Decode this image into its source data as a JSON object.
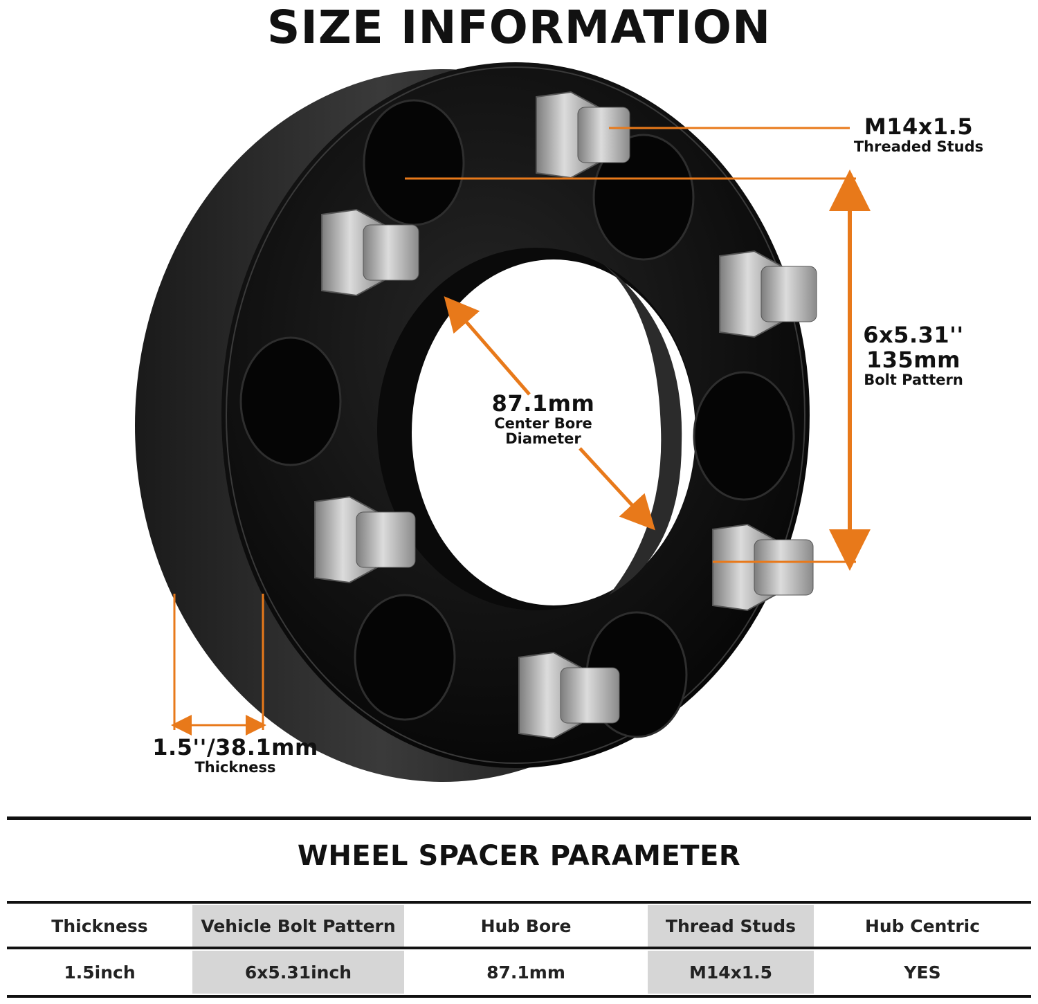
{
  "title": "SIZE INFORMATION",
  "colors": {
    "accent": "#e8791a",
    "spacer": "#0d0d0d",
    "stud": "#a9a9a9",
    "shade": "#d6d6d6"
  },
  "callouts": {
    "studs": {
      "value": "M14x1.5",
      "label": "Threaded Studs"
    },
    "bolt_pattern": {
      "value_imperial": "6x5.31''",
      "value_metric": "135mm",
      "label": "Bolt Pattern"
    },
    "center_bore": {
      "value": "87.1mm",
      "label_line1": "Center Bore",
      "label_line2": "Diameter"
    },
    "thickness": {
      "value": "1.5''/38.1mm",
      "label": "Thickness"
    }
  },
  "table": {
    "title": "WHEEL SPACER PARAMETER",
    "headers": [
      "Thickness",
      "Vehicle Bolt Pattern",
      "Hub Bore",
      "Thread Studs",
      "Hub Centric"
    ],
    "values": [
      "1.5inch",
      "6x5.31inch",
      "87.1mm",
      "M14x1.5",
      "YES"
    ]
  }
}
